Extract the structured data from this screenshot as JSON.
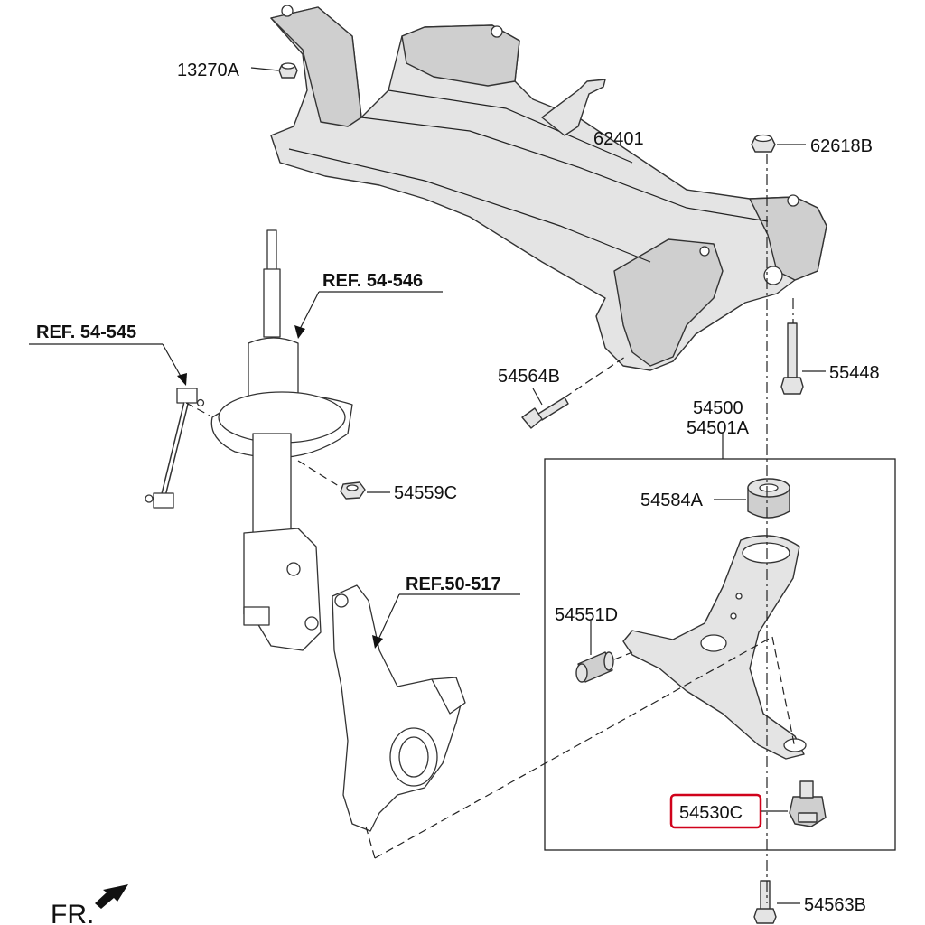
{
  "labels": {
    "p13270A": "13270A",
    "p62401": "62401",
    "p62618B": "62618B",
    "ref54546": "REF. 54-546",
    "ref54545": "REF. 54-545",
    "p54564B": "54564B",
    "p55448": "55448",
    "p54500": "54500",
    "p54501A": "54501A",
    "p54559C": "54559C",
    "p54584A": "54584A",
    "ref50517": "REF.50-517",
    "p54551D": "54551D",
    "p54530C": "54530C",
    "p54563B": "54563B",
    "fr": "FR."
  },
  "highlight": {
    "part": "54530C",
    "color": "#d0021b"
  }
}
